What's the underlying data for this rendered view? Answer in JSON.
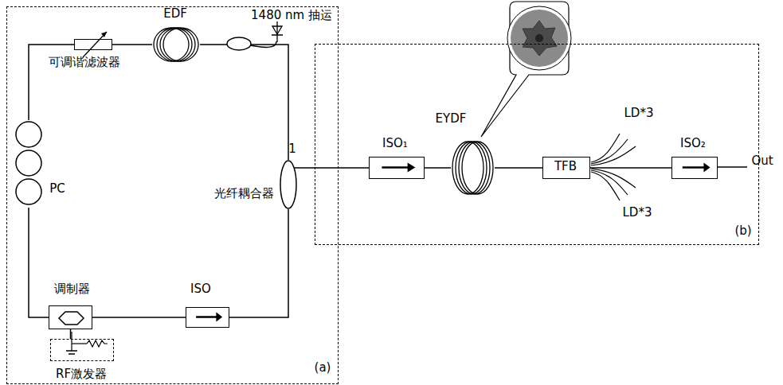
{
  "diagram": {
    "nodes": [
      {
        "text": [
          "(a)"
        ]
      },
      {
        "text": [
          "可调谐滤波器"
        ],
        "in": 0
      },
      {
        "text": [
          "EDF"
        ],
        "in": 0
      },
      {
        "text": [
          "1480 nm 抽运"
        ],
        "in": 0
      },
      {
        "text": [
          "PC"
        ],
        "in": 0
      },
      {
        "text": [
          "光纤耦合器"
        ],
        "in": 0
      },
      {
        "text": [
          "调制器"
        ],
        "in": 0
      },
      {
        "text": [
          "ISO"
        ],
        "in": 0
      },
      {
        "text": [
          "RF激发器"
        ],
        "in": 0
      },
      {
        "text": [
          "(b)"
        ]
      },
      {
        "text": [
          "ISO₁"
        ],
        "in": 9
      },
      {
        "text": [
          "EYDF"
        ],
        "in": 9
      },
      {
        "text": [
          "TFB"
        ],
        "in": 9
      },
      {
        "text": [
          "ISO₂"
        ],
        "in": 9
      }
    ],
    "edges": [
      {
        "from": 6,
        "to": 7,
        "arrow": "none"
      },
      {
        "from": 7,
        "to": 5,
        "arrow": "none"
      },
      {
        "from": 5,
        "to": 2,
        "arrow": "none"
      },
      {
        "from": 2,
        "to": 1,
        "arrow": "none"
      },
      {
        "from": 1,
        "to": 4,
        "arrow": "none"
      },
      {
        "from": 4,
        "to": 6,
        "arrow": "none"
      },
      {
        "from": 6,
        "to": 8,
        "arrow": "none"
      },
      {
        "from": 5,
        "to": 10,
        "arrow": "none"
      },
      {
        "from": 10,
        "to": 11,
        "arrow": "none"
      },
      {
        "from": 11,
        "to": 12,
        "arrow": "none"
      },
      {
        "from": 12,
        "to": 13,
        "arrow": "none"
      }
    ],
    "labels": [
      "1",
      "LD*3",
      "LD*3",
      "Out"
    ]
  }
}
